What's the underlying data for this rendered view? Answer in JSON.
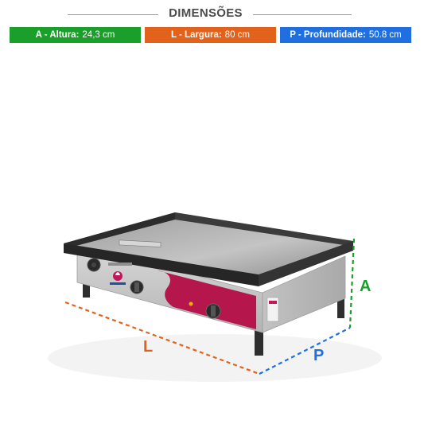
{
  "header": {
    "title": "DIMENSÕES"
  },
  "dimensions": [
    {
      "key": "A",
      "label": "A - Altura:",
      "value": "24,3 cm",
      "color": "#1a9f2a"
    },
    {
      "key": "L",
      "label": "L - Largura:",
      "value": "80 cm",
      "color": "#e3621b"
    },
    {
      "key": "P",
      "label": "P - Profundidade:",
      "value": "50.8 cm",
      "color": "#1f6fe0"
    }
  ],
  "markers": {
    "height": "A",
    "width": "L",
    "depth": "P"
  },
  "colors": {
    "panel_accent": "#b5164b",
    "steel": "#c9c9c9",
    "plate": "#3a3a3a"
  }
}
